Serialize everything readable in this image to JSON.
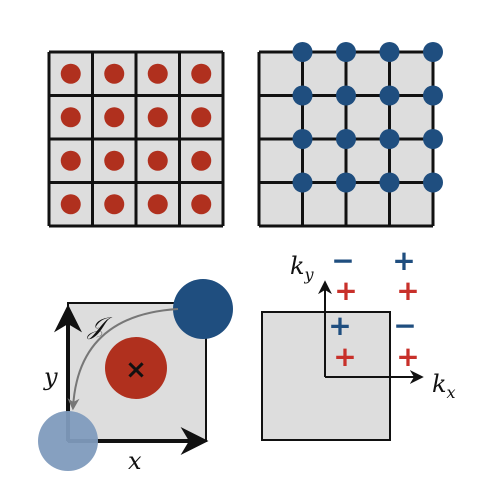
{
  "colors": {
    "red_dot": "#b0301e",
    "blue_dot": "#1f4e7f",
    "light_blue": "#7f9bbd",
    "cell_fill": "#dddddd",
    "grid_line": "#111111",
    "cell_line": "#555555",
    "arc": "#777777",
    "minus_sign": "#1f4e7f",
    "plus_sign": "#c8302a"
  },
  "panels": {
    "cell_centered_lattice": {
      "rows": 4,
      "cols": 4,
      "dot": "red_dot",
      "placement": "cell-center"
    },
    "vertex_lattice": {
      "rows": 4,
      "cols": 4,
      "dot": "blue_dot",
      "placement": "grid-vertex"
    },
    "unit_cell": {
      "x_label": "x",
      "y_label": "y",
      "path_label": "𝒥",
      "center_mark": "×"
    },
    "momentum_space": {
      "kx_label": "k",
      "kx_sub": "x",
      "ky_label": "k",
      "ky_sub": "y",
      "signs": [
        {
          "quadrant": "outer-top-left",
          "top": "−",
          "bottom": "+"
        },
        {
          "quadrant": "outer-top-right",
          "top": "+",
          "bottom": "+"
        },
        {
          "quadrant": "inner-top-left",
          "top": "+",
          "bottom": "+"
        },
        {
          "quadrant": "inner-top-right",
          "top": "−",
          "bottom": "+"
        }
      ]
    }
  }
}
